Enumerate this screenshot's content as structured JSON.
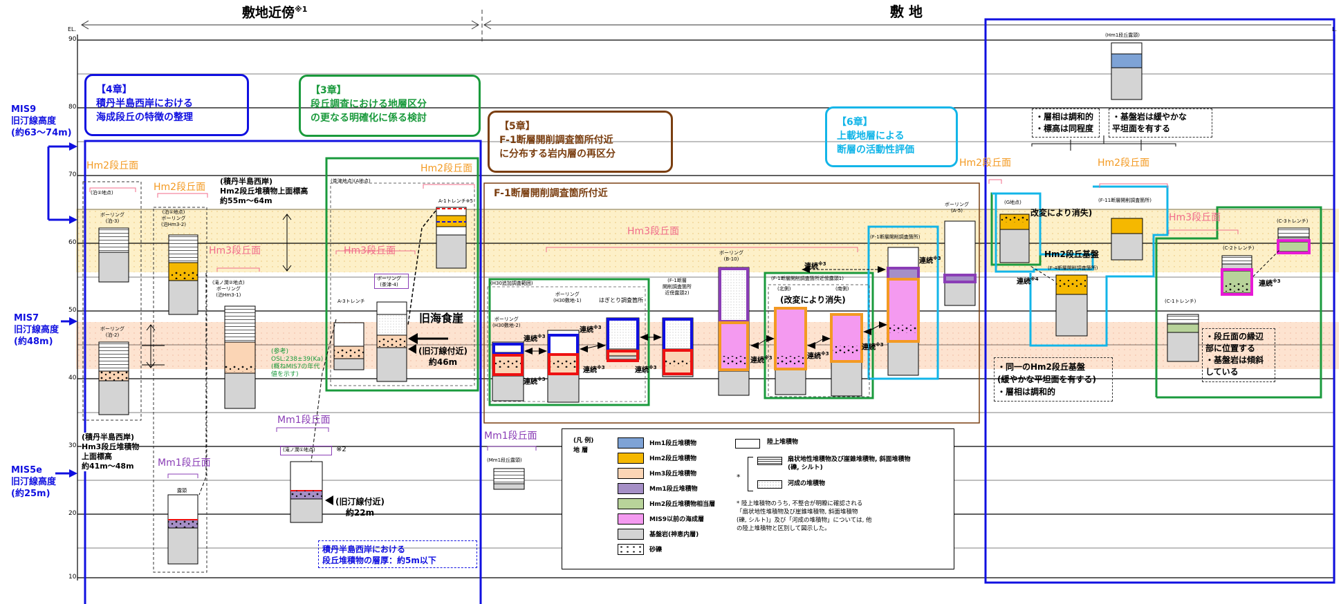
{
  "header": {
    "left_title": "敷地近傍",
    "left_note": "※1",
    "right_title": "敷 地",
    "el_left": "EL.",
    "el_right": "L."
  },
  "axis": {
    "ticks": [
      "90",
      "80",
      "70",
      "60",
      "50",
      "40",
      "30",
      "20",
      "10"
    ],
    "mis9": [
      "MIS9",
      "旧汀線高度",
      "(約63～74m)"
    ],
    "mis7": [
      "MIS7",
      "旧汀線高度",
      "(約48m)"
    ],
    "mis5e": [
      "MIS5e",
      "旧汀線高度",
      "(約25m)"
    ]
  },
  "chapters": {
    "ch4": [
      "【4章】",
      "積丹半島西岸における",
      "海成段丘の特徴の整理"
    ],
    "ch3": [
      "【3章】",
      "段丘調査における地層区分",
      "の更なる明確化に係る検討"
    ],
    "ch5": [
      "【5章】",
      "F-1断層開削調査箇所付近",
      "に分布する岩内層の再区分"
    ],
    "ch6": [
      "【6章】",
      "上載地層による",
      "断層の活動性評価"
    ]
  },
  "surfaces": {
    "hm2_a": "Hm2段丘面",
    "hm2_b": "Hm2段丘面",
    "hm2_c": "Hm2段丘面",
    "hm2_d": "Hm2段丘面",
    "hm2_e": "Hm2段丘面",
    "hm3_a": "Hm3段丘面",
    "hm3_b": "Hm3段丘面",
    "hm3_c": "Hm3段丘面",
    "hm3_d": "Hm3段丘面",
    "mm1_a": "Mm1段丘面",
    "mm1_b": "Mm1段丘面",
    "mm1_c": "Mm1段丘面"
  },
  "sites": {
    "tomari2": "(泊②地点)",
    "boring_tomari3": [
      "ボーリング",
      "(泊-3)"
    ],
    "boring_tomari2": [
      "ボーリング",
      "(泊-2)"
    ],
    "tomari1": [
      "(泊①地点)",
      "ボーリング",
      "(泊Hm3-2)"
    ],
    "takinose2": [
      "(滝ノ澗②地点)",
      "ボーリング",
      "(泊Hm3-1)"
    ],
    "chatsu": "(茶津地点)(A地点)",
    "a1_trench": "A-1トレンチ※5",
    "a3_trench": "A-3トレンチ",
    "boring_chatsu4": [
      "ボーリング",
      "(茶津-4)"
    ],
    "roto": "露頭",
    "takinose1": "(滝ノ澗①地点)",
    "note2": "※2",
    "hm1_outcrop": "(Hm1段丘露頭)",
    "mm1_outcrop": "(Mm1段丘露頭)",
    "h30_range": "(H30追加調査範囲)",
    "h30_2": [
      "ボーリング",
      "(H30敷地-2)"
    ],
    "h30_1": [
      "ボーリング",
      "(H30敷地-1)"
    ],
    "hagiri": "はぎとり調査箇所",
    "f1_near2": [
      "(F-1断層",
      "開削調査箇所",
      "近傍露頭2)"
    ],
    "b10": [
      "ボーリング",
      "(B-10)"
    ],
    "f1_near1": "(F-1断層開削調査箇所近傍露頭1)",
    "north": "(北側)",
    "south": "(南側)",
    "f1_site": "(F-1断層開削調査箇所)",
    "a5": [
      "ボーリング",
      "(A-5)"
    ],
    "g_site": "(G地点)",
    "f4_site": "(F-4断層開削調査箇所)",
    "f11_site": "(F-11断層開削調査箇所)",
    "c2_trench": "(C-2トレンチ)",
    "c3_trench": "(C-3トレンチ)",
    "c1_trench": "(C-1トレンチ)"
  },
  "annotations": {
    "hm2_top": [
      "(積丹半島西岸)",
      "Hm2段丘堆積物上面標高",
      "約55m～64m"
    ],
    "hm3_top": [
      "(積丹半島西岸)",
      "Hm3段丘堆積物",
      "上面標高",
      "約41m～48m"
    ],
    "ref": [
      "(参考)",
      "OSL:238±39(Ka)",
      "(概ねMIS7の年代",
      "値を示す)"
    ],
    "old_sea_cliff": "旧海食崖",
    "near_shore_46": [
      "(旧汀線付近)",
      "約46m"
    ],
    "near_shore_22": [
      "(旧汀線付近)",
      "約22m"
    ],
    "thickness": [
      "積丹半島西岸における",
      "段丘堆積物の層厚：約5m以下"
    ],
    "f1_area": "F-1断層開削調査箇所付近",
    "lost1": "改変により消失)",
    "lost2": "(改変により消失)",
    "continuous": "連続",
    "note3": "※3",
    "note4": "※4",
    "hm2_base": "Hm2段丘基盤",
    "facies": [
      "・層相は調和的",
      "・標高は同程度"
    ],
    "bedrock_gentle": [
      "・基盤岩は緩やかな",
      "平坦面を有する"
    ],
    "same_hm2": [
      "・同一のHm2段丘基盤",
      "(緩やかな平坦面を有する)",
      "・層相は調和的"
    ],
    "edge": [
      "・段丘面の縁辺",
      "部に位置する",
      "・基盤岩は傾斜",
      "している"
    ]
  },
  "legend": {
    "title": [
      "(凡 例)",
      "地 層"
    ],
    "items": [
      {
        "label": "Hm1段丘堆積物",
        "color": "#7ea3d6"
      },
      {
        "label": "Hm2段丘堆積物",
        "color": "#f5b800"
      },
      {
        "label": "Hm3段丘堆積物",
        "color": "#fbd5b5"
      },
      {
        "label": "Mm1段丘堆積物",
        "color": "#a58fc6"
      },
      {
        "label": "Hm2段丘堆積物相当層",
        "color": "#b8d39a"
      },
      {
        "label": "MIS9以前の海成層",
        "color": "#f49af0"
      },
      {
        "label": "基盤岩(神恵内層)",
        "color": "#d4d4d4"
      },
      {
        "label": "砂礫",
        "color": "#ffffff"
      }
    ],
    "land": "陸上堆積物",
    "fan": [
      "扇状地性堆積物及び崖錐堆積物, 斜面堆積物",
      "(礫, シルト)"
    ],
    "river": "河成の堆積物",
    "asterisk": "*",
    "note": [
      "* 陸上堆積物のうち, 不整合が明瞭に確認される",
      "「扇状地性堆積物及び崖錐堆積物, 斜面堆積物",
      "(礫, シルト)」及び「河成の堆積物」については, 他",
      "の陸上堆積物と区別して図示した。"
    ]
  }
}
